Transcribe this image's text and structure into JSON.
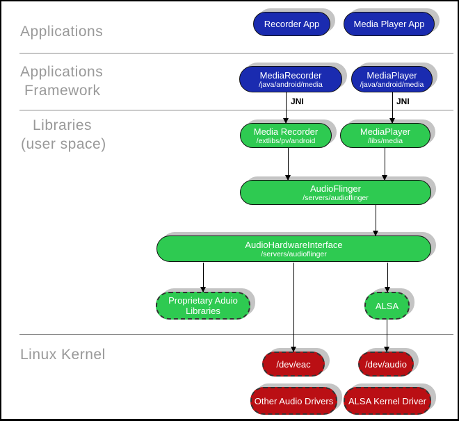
{
  "colors": {
    "app_blue": "#1a2bb0",
    "lib_green": "#2eca51",
    "kernel_red": "#ba0f14",
    "label_gray": "#999999",
    "shadow_gray": "#c4c4c4"
  },
  "section_labels": {
    "applications": "Applications",
    "framework_line1": "Applications",
    "framework_line2": "Framework",
    "libraries_line1": "Libraries",
    "libraries_line2": "(user space)",
    "kernel": "Linux Kernel"
  },
  "annotations": {
    "jni_left": "JNI",
    "jni_right": "JNI"
  },
  "nodes": {
    "recorder_app": {
      "title": "Recorder App"
    },
    "media_player_app": {
      "title": "Media Player App"
    },
    "media_recorder_fw": {
      "title": "MediaRecorder",
      "subtitle": "/java/android/media"
    },
    "media_player_fw": {
      "title": "MediaPlayer",
      "subtitle": "/java/android/media"
    },
    "media_recorder_lib": {
      "title": "Media Recorder",
      "subtitle": "/extlibs/pv/android"
    },
    "media_player_lib": {
      "title": "MediaPlayer",
      "subtitle": "/libs/media"
    },
    "audio_flinger": {
      "title": "AudioFlinger",
      "subtitle": "/servers/audioflinger"
    },
    "audio_hardware_interface": {
      "title": "AudioHardwareInterface",
      "subtitle": "/servers/audioflinger"
    },
    "proprietary_audio_libraries": {
      "title": "Proprietary Aduio Libraries"
    },
    "alsa": {
      "title": "ALSA"
    },
    "dev_eac": {
      "title": "/dev/eac"
    },
    "dev_audio": {
      "title": "/dev/audio"
    },
    "other_audio_drivers": {
      "title": "Other Audio Drivers"
    },
    "alsa_kernel_driver": {
      "title": "ALSA Kernel Driver"
    }
  }
}
